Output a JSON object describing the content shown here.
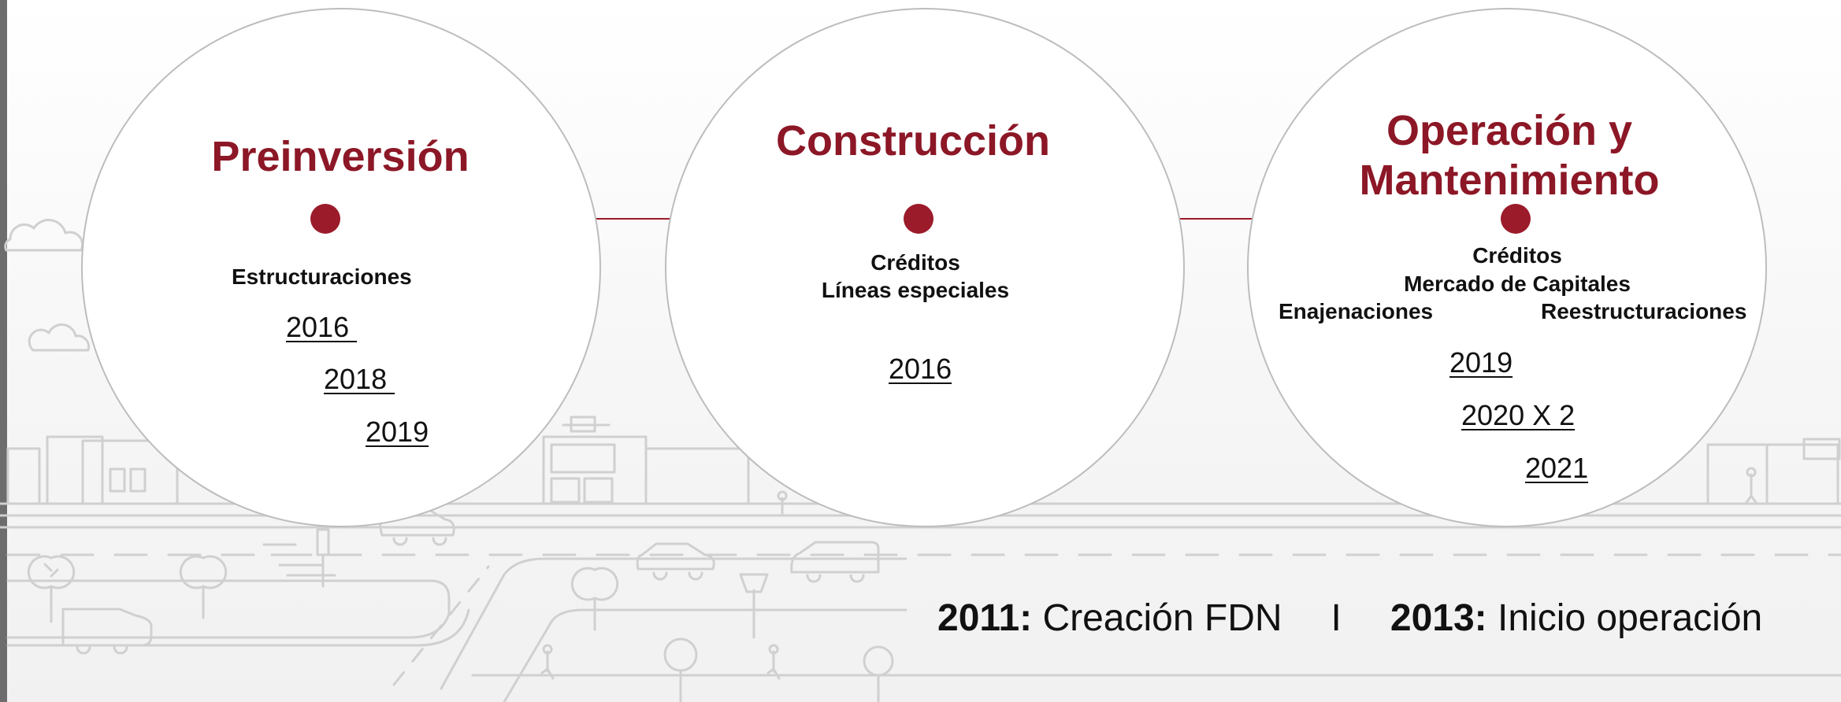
{
  "stages": [
    {
      "title": "Preinversión",
      "labels": [
        "Estructuraciones"
      ],
      "years": [
        "2016 ",
        "2018 ",
        "2019"
      ]
    },
    {
      "title": "Construcción",
      "labels": [
        "Créditos",
        "Líneas especiales"
      ],
      "years": [
        "2016"
      ]
    },
    {
      "title_lines": [
        "Operación y",
        "Mantenimiento"
      ],
      "labels": [
        "Créditos",
        "Mercado de Capitales",
        "Enajenaciones",
        "Reestructuraciones"
      ],
      "years": [
        "2019",
        "2020 X 2",
        "2021"
      ]
    }
  ],
  "footer": {
    "year1": "2011:",
    "text1": " Creación FDN",
    "separator": "I",
    "year2": "2013:",
    "text2": " Inicio operación"
  },
  "colors": {
    "accent": "#8c1726",
    "dot": "#9b1b2a",
    "circle_border": "#bdbdbd",
    "city_lines": "#d0d0d0"
  }
}
